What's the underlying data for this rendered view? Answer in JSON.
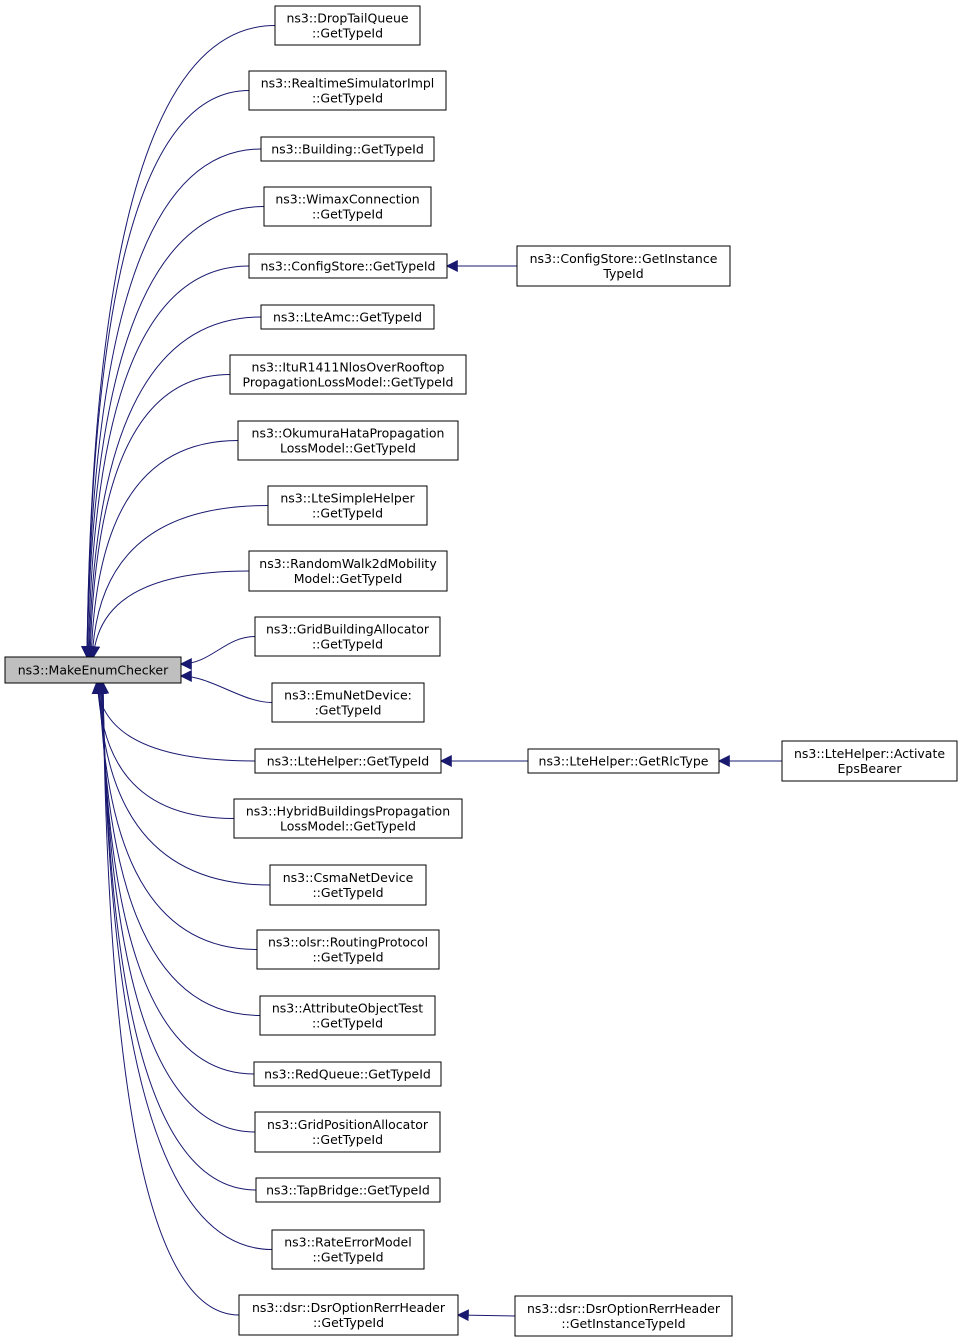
{
  "colors": {
    "edge": "#191970",
    "node_border": "#000000",
    "node_fill": "#ffffff",
    "root_fill": "#bfbfbf",
    "text": "#000000"
  },
  "root": {
    "id": "root",
    "lines": [
      "ns3::MakeEnumChecker"
    ]
  },
  "nodes": [
    {
      "id": "n0",
      "lines": [
        "ns3::DropTailQueue",
        "::GetTypeId"
      ]
    },
    {
      "id": "n1",
      "lines": [
        "ns3::RealtimeSimulatorImpl",
        "::GetTypeId"
      ]
    },
    {
      "id": "n2",
      "lines": [
        "ns3::Building::GetTypeId"
      ]
    },
    {
      "id": "n3",
      "lines": [
        "ns3::WimaxConnection",
        "::GetTypeId"
      ]
    },
    {
      "id": "n4",
      "lines": [
        "ns3::ConfigStore::GetTypeId"
      ]
    },
    {
      "id": "n5",
      "lines": [
        "ns3::LteAmc::GetTypeId"
      ]
    },
    {
      "id": "n6",
      "lines": [
        "ns3::ItuR1411NlosOverRooftop",
        "PropagationLossModel::GetTypeId"
      ]
    },
    {
      "id": "n7",
      "lines": [
        "ns3::OkumuraHataPropagation",
        "LossModel::GetTypeId"
      ]
    },
    {
      "id": "n8",
      "lines": [
        "ns3::LteSimpleHelper",
        "::GetTypeId"
      ]
    },
    {
      "id": "n9",
      "lines": [
        "ns3::RandomWalk2dMobility",
        "Model::GetTypeId"
      ]
    },
    {
      "id": "n10",
      "lines": [
        "ns3::GridBuildingAllocator",
        "::GetTypeId"
      ]
    },
    {
      "id": "n11",
      "lines": [
        "ns3::EmuNetDevice:",
        ":GetTypeId"
      ]
    },
    {
      "id": "n12",
      "lines": [
        "ns3::LteHelper::GetTypeId"
      ]
    },
    {
      "id": "n13",
      "lines": [
        "ns3::HybridBuildingsPropagation",
        "LossModel::GetTypeId"
      ]
    },
    {
      "id": "n14",
      "lines": [
        "ns3::CsmaNetDevice",
        "::GetTypeId"
      ]
    },
    {
      "id": "n15",
      "lines": [
        "ns3::olsr::RoutingProtocol",
        "::GetTypeId"
      ]
    },
    {
      "id": "n16",
      "lines": [
        "ns3::AttributeObjectTest",
        "::GetTypeId"
      ]
    },
    {
      "id": "n17",
      "lines": [
        "ns3::RedQueue::GetTypeId"
      ]
    },
    {
      "id": "n18",
      "lines": [
        "ns3::GridPositionAllocator",
        "::GetTypeId"
      ]
    },
    {
      "id": "n19",
      "lines": [
        "ns3::TapBridge::GetTypeId"
      ]
    },
    {
      "id": "n20",
      "lines": [
        "ns3::RateErrorModel",
        "::GetTypeId"
      ]
    },
    {
      "id": "n21",
      "lines": [
        "ns3::dsr::DsrOptionRerrHeader",
        "::GetTypeId"
      ]
    },
    {
      "id": "c4",
      "lines": [
        "ns3::ConfigStore::GetInstance",
        "TypeId"
      ]
    },
    {
      "id": "c12",
      "lines": [
        "ns3::LteHelper::GetRlcType"
      ]
    },
    {
      "id": "c12b",
      "lines": [
        "ns3::LteHelper::Activate",
        "EpsBearer"
      ]
    },
    {
      "id": "c21",
      "lines": [
        "ns3::dsr::DsrOptionRerrHeader",
        "::GetInstanceTypeId"
      ]
    }
  ],
  "edges": [
    {
      "from": "n0",
      "to": "root"
    },
    {
      "from": "n1",
      "to": "root"
    },
    {
      "from": "n2",
      "to": "root"
    },
    {
      "from": "n3",
      "to": "root"
    },
    {
      "from": "n4",
      "to": "root"
    },
    {
      "from": "n5",
      "to": "root"
    },
    {
      "from": "n6",
      "to": "root"
    },
    {
      "from": "n7",
      "to": "root"
    },
    {
      "from": "n8",
      "to": "root"
    },
    {
      "from": "n9",
      "to": "root"
    },
    {
      "from": "n10",
      "to": "root"
    },
    {
      "from": "n11",
      "to": "root"
    },
    {
      "from": "n12",
      "to": "root"
    },
    {
      "from": "n13",
      "to": "root"
    },
    {
      "from": "n14",
      "to": "root"
    },
    {
      "from": "n15",
      "to": "root"
    },
    {
      "from": "n16",
      "to": "root"
    },
    {
      "from": "n17",
      "to": "root"
    },
    {
      "from": "n18",
      "to": "root"
    },
    {
      "from": "n19",
      "to": "root"
    },
    {
      "from": "n20",
      "to": "root"
    },
    {
      "from": "n21",
      "to": "root"
    },
    {
      "from": "c4",
      "to": "n4"
    },
    {
      "from": "c12",
      "to": "n12"
    },
    {
      "from": "c12b",
      "to": "c12"
    },
    {
      "from": "c21",
      "to": "n21"
    }
  ]
}
